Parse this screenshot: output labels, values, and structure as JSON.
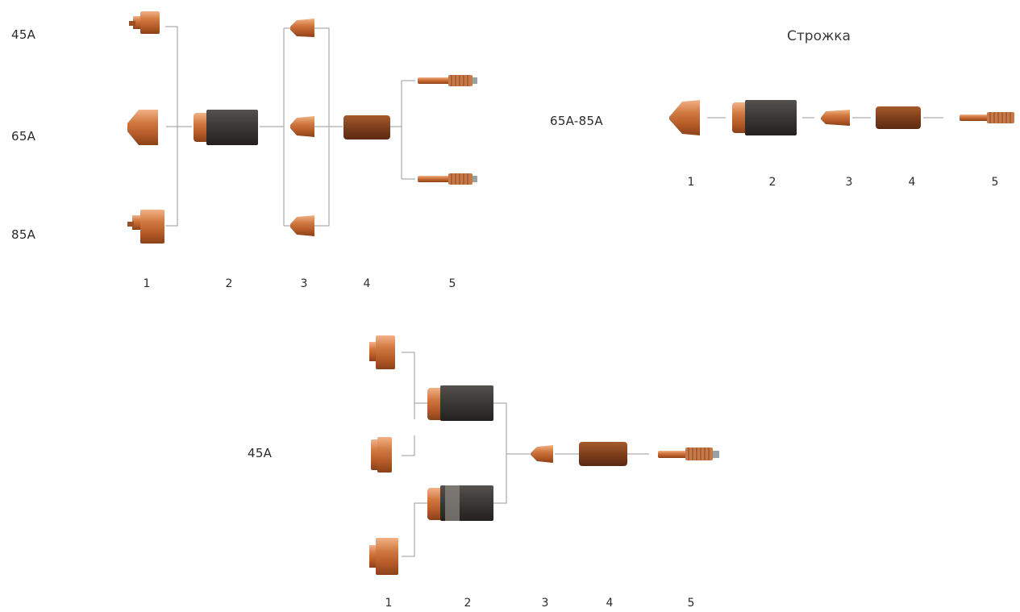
{
  "diagram_main": {
    "amp_labels": [
      "45A",
      "65A",
      "85A"
    ],
    "position_numbers": [
      "1",
      "2",
      "3",
      "4",
      "5"
    ]
  },
  "diagram_gouging": {
    "title": "Строжка",
    "amp_label": "65A-85A",
    "position_numbers": [
      "1",
      "2",
      "3",
      "4",
      "5"
    ]
  },
  "diagram_45a": {
    "amp_label": "45A",
    "position_numbers": [
      "1",
      "2",
      "3",
      "4",
      "5"
    ]
  },
  "colors": {
    "copper": "#c8703a",
    "copper_dark": "#9c4f22",
    "copper_light": "#eba477",
    "swirl_ring": "#7e3f1c",
    "retaining_cap": "#3a3735",
    "connector_line": "#9a9a9a"
  }
}
